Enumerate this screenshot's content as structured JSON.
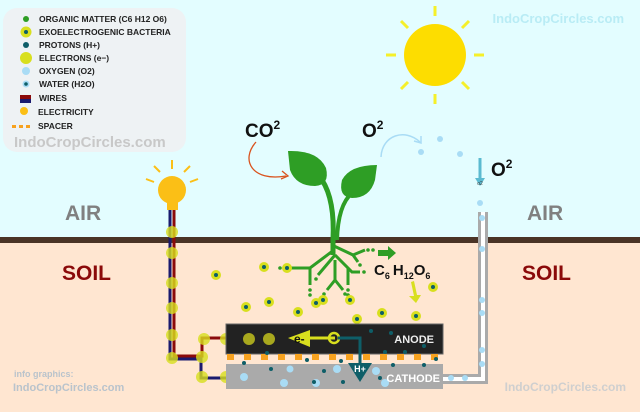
{
  "watermark_top": "IndoCropCircles.com",
  "legend": {
    "items": [
      {
        "icon": "organic-matter-dot",
        "label": "ORGANIC MATTER (C6 H12 O6)"
      },
      {
        "icon": "bacteria-dot",
        "label": "EXOELECTROGENIC BACTERIA"
      },
      {
        "icon": "proton-dot",
        "label": "PROTONS (H+)"
      },
      {
        "icon": "electron-dot",
        "label": "ELECTRONS (e−)"
      },
      {
        "icon": "oxygen-dot",
        "label": "OXYGEN (O2)"
      },
      {
        "icon": "water-dot",
        "label": "WATER (H2O)"
      },
      {
        "icon": "wire-swatch",
        "label": "WIRES"
      },
      {
        "icon": "bulb-icon",
        "label": "ELECTRICITY"
      },
      {
        "icon": "spacer-dashes",
        "label": "SPACER"
      }
    ],
    "watermark": "IndoCropCircles.com"
  },
  "labels": {
    "air_left": "AIR",
    "soil_left": "SOIL",
    "air_right": "AIR",
    "soil_right": "SOIL",
    "co2": "CO",
    "co2_sup": "2",
    "o2": "O",
    "o2_sup": "2",
    "o2_right": "O",
    "o2_right_sup": "2",
    "glucose_c": "C",
    "glucose_c_sub": "6",
    "glucose_h": "H",
    "glucose_h_sub": "12",
    "glucose_o": "O",
    "glucose_o_sub": "6",
    "anode": "ANODE",
    "cathode": "CATHODE",
    "electron": "e-",
    "proton": "H+",
    "o2_small": "o2"
  },
  "footer": {
    "info": "info graphics:",
    "left_site": "IndoCropCircles.com",
    "right_site": "IndoCropCircles.com"
  },
  "colors": {
    "sky": "#e3fdff",
    "soil": "#ffe6d1",
    "ground_line": "#4a3426",
    "leaf": "#2e9e25",
    "electron": "#d8df1e",
    "proton": "#0e5e68",
    "oxygen": "#a9dcf5",
    "anode": "#222222",
    "cathode": "#aaaaaa",
    "spacer": "#f7a21f",
    "soil_text": "#8b0a0a",
    "air_text": "#808080"
  }
}
